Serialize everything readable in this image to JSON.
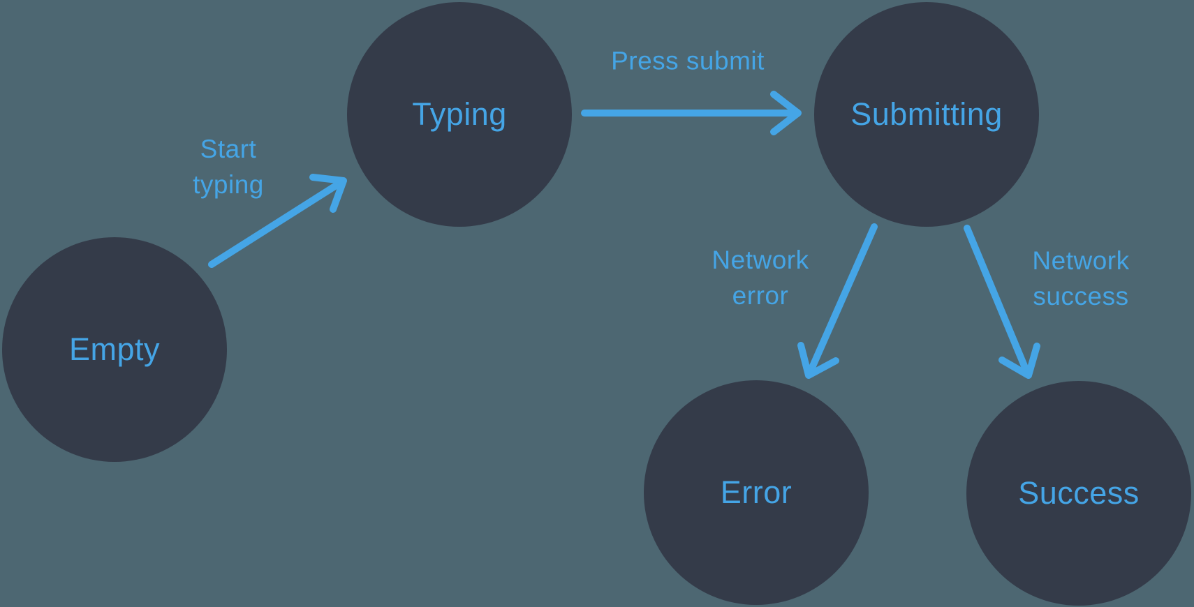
{
  "colors": {
    "background": "#4D6772",
    "node_fill": "#343B49",
    "accent_blue": "#45A5E6"
  },
  "nodes": {
    "empty": {
      "label": "Empty"
    },
    "typing": {
      "label": "Typing"
    },
    "submitting": {
      "label": "Submitting"
    },
    "error": {
      "label": "Error"
    },
    "success": {
      "label": "Success"
    }
  },
  "edges": {
    "start_typing": {
      "label": "Start typing",
      "lines": [
        "Start",
        "typing"
      ],
      "from": "Empty",
      "to": "Typing"
    },
    "press_submit": {
      "label": "Press submit",
      "lines": [
        "Press submit"
      ],
      "from": "Typing",
      "to": "Submitting"
    },
    "network_error": {
      "label": "Network error",
      "lines": [
        "Network",
        "error"
      ],
      "from": "Submitting",
      "to": "Error"
    },
    "network_success": {
      "label": "Network success",
      "lines": [
        "Network",
        "success"
      ],
      "from": "Submitting",
      "to": "Success"
    }
  }
}
